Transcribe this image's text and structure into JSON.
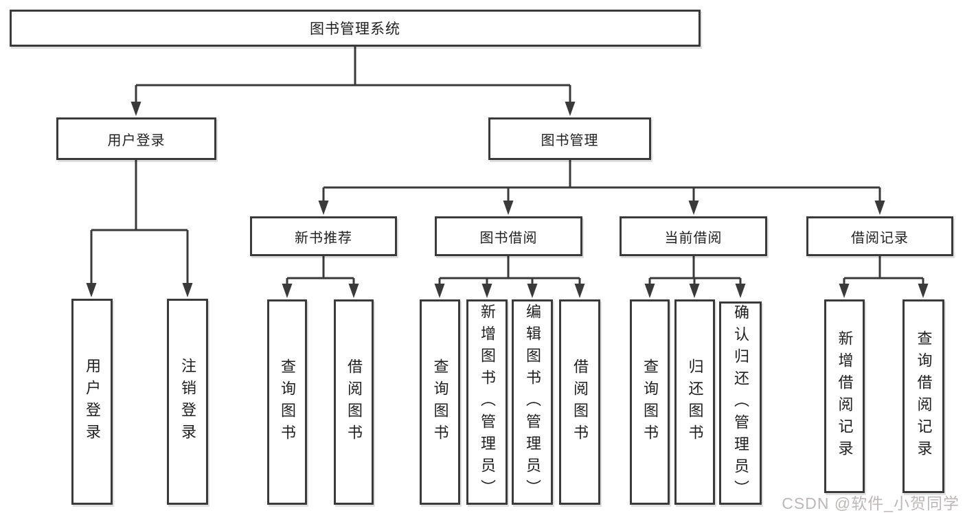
{
  "diagram": {
    "root": {
      "label": "图书管理系统"
    },
    "branches": [
      {
        "label": "用户登录",
        "children": [
          {
            "label": "用户登录"
          },
          {
            "label": "注销登录"
          }
        ]
      },
      {
        "label": "图书管理",
        "groups": [
          {
            "label": "新书推荐",
            "children": [
              {
                "label": "查询图书"
              },
              {
                "label": "借阅图书"
              }
            ]
          },
          {
            "label": "图书借阅",
            "children": [
              {
                "label": "查询图书"
              },
              {
                "label": "新增图书（管理员）"
              },
              {
                "label": "编辑图书（管理员）"
              },
              {
                "label": "借阅图书"
              }
            ]
          },
          {
            "label": "当前借阅",
            "children": [
              {
                "label": "查询图书"
              },
              {
                "label": "归还图书"
              },
              {
                "label": "确认归还（管理员）"
              }
            ]
          },
          {
            "label": "借阅记录",
            "children": [
              {
                "label": "新增借阅记录"
              },
              {
                "label": "查询借阅记录"
              }
            ]
          }
        ]
      }
    ]
  },
  "watermark": {
    "text": "CSDN @软件_小贺同学"
  },
  "colors": {
    "line": "#3a3a3a",
    "box_border": "#3a3a3a",
    "box_background": "#ffffff",
    "text": "#1f1f1f",
    "page_background": "#ffffff",
    "watermark": "#bdb7b7"
  }
}
